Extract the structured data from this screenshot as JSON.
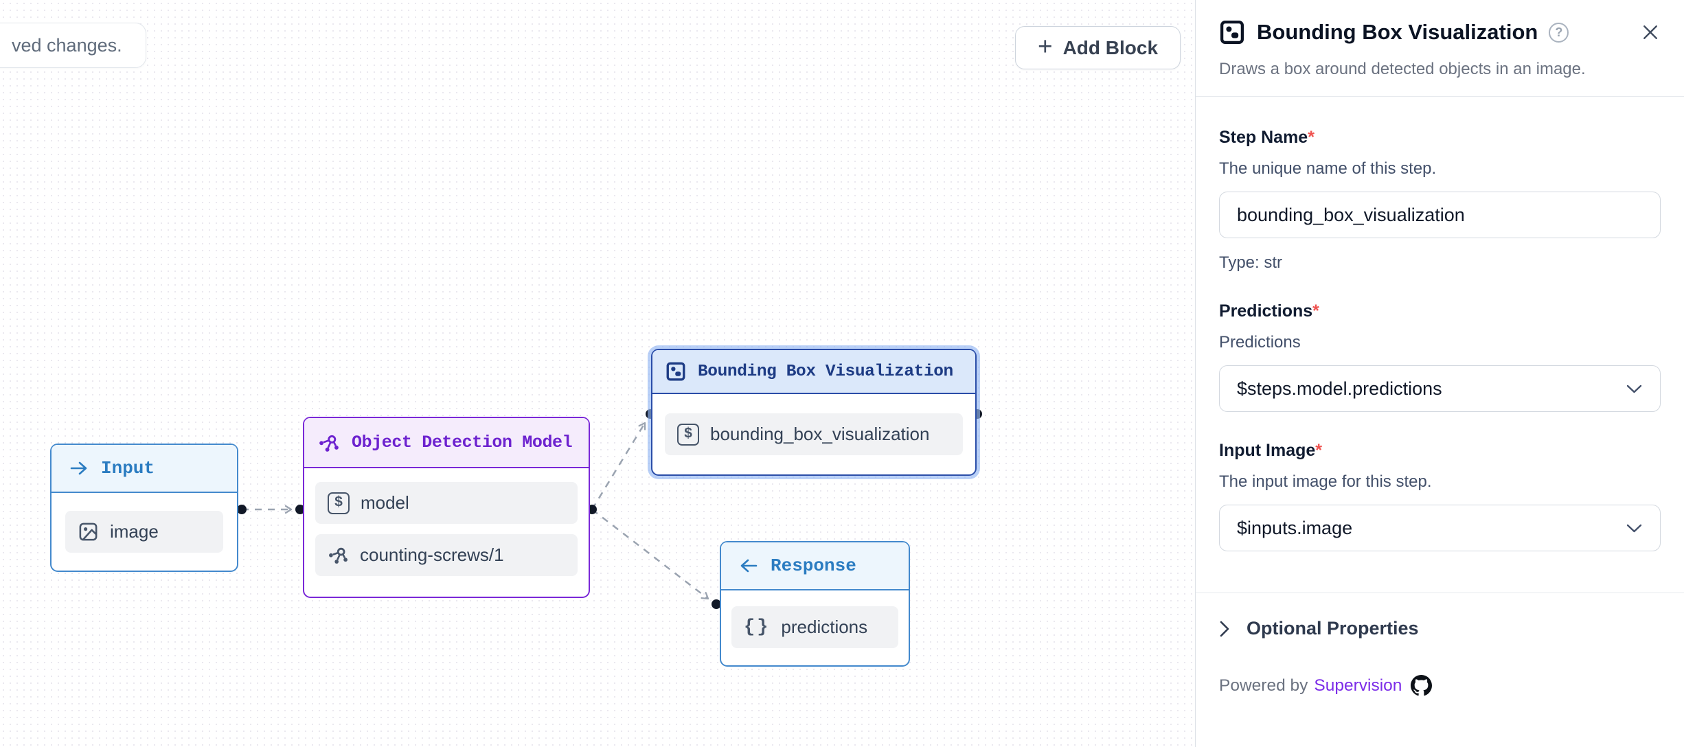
{
  "canvas": {
    "toast_text": "ved changes.",
    "add_block": {
      "plus": "+",
      "label": "Add Block"
    },
    "nodes": {
      "input": {
        "title": "Input",
        "rows": [
          {
            "label": "image"
          }
        ]
      },
      "model": {
        "title": "Object Detection Model",
        "rows": [
          {
            "label": "model"
          },
          {
            "label": "counting-screws/1"
          }
        ]
      },
      "viz": {
        "title": "Bounding Box Visualization",
        "rows": [
          {
            "label": "bounding_box_visualization"
          }
        ]
      },
      "response": {
        "title": "Response",
        "rows": [
          {
            "label": "predictions"
          }
        ]
      }
    }
  },
  "icons": {
    "dollar": "$",
    "braces": "{}",
    "question": "?"
  },
  "panel": {
    "title": "Bounding Box Visualization",
    "description": "Draws a box around detected objects in an image.",
    "required_mark": "*",
    "step_name": {
      "label": "Step Name",
      "help": "The unique name of this step.",
      "value": "bounding_box_visualization",
      "type_hint": "Type: str"
    },
    "predictions": {
      "label": "Predictions",
      "help": "Predictions",
      "value": "$steps.model.predictions"
    },
    "input_image": {
      "label": "Input Image",
      "help": "The input image for this step.",
      "value": "$inputs.image"
    },
    "optional_properties": "Optional Properties",
    "powered_by": "Powered by",
    "powered_by_link": "Supervision"
  },
  "colors": {
    "blue_node_border": "#4389cd",
    "purple_node_border": "#7a28d8",
    "selected_node_border": "#2a4da8",
    "selected_ring": "#93b7f3",
    "required_red": "#ef5350",
    "link_purple": "#7c2ce8",
    "edge_gray": "#9ca3af"
  }
}
